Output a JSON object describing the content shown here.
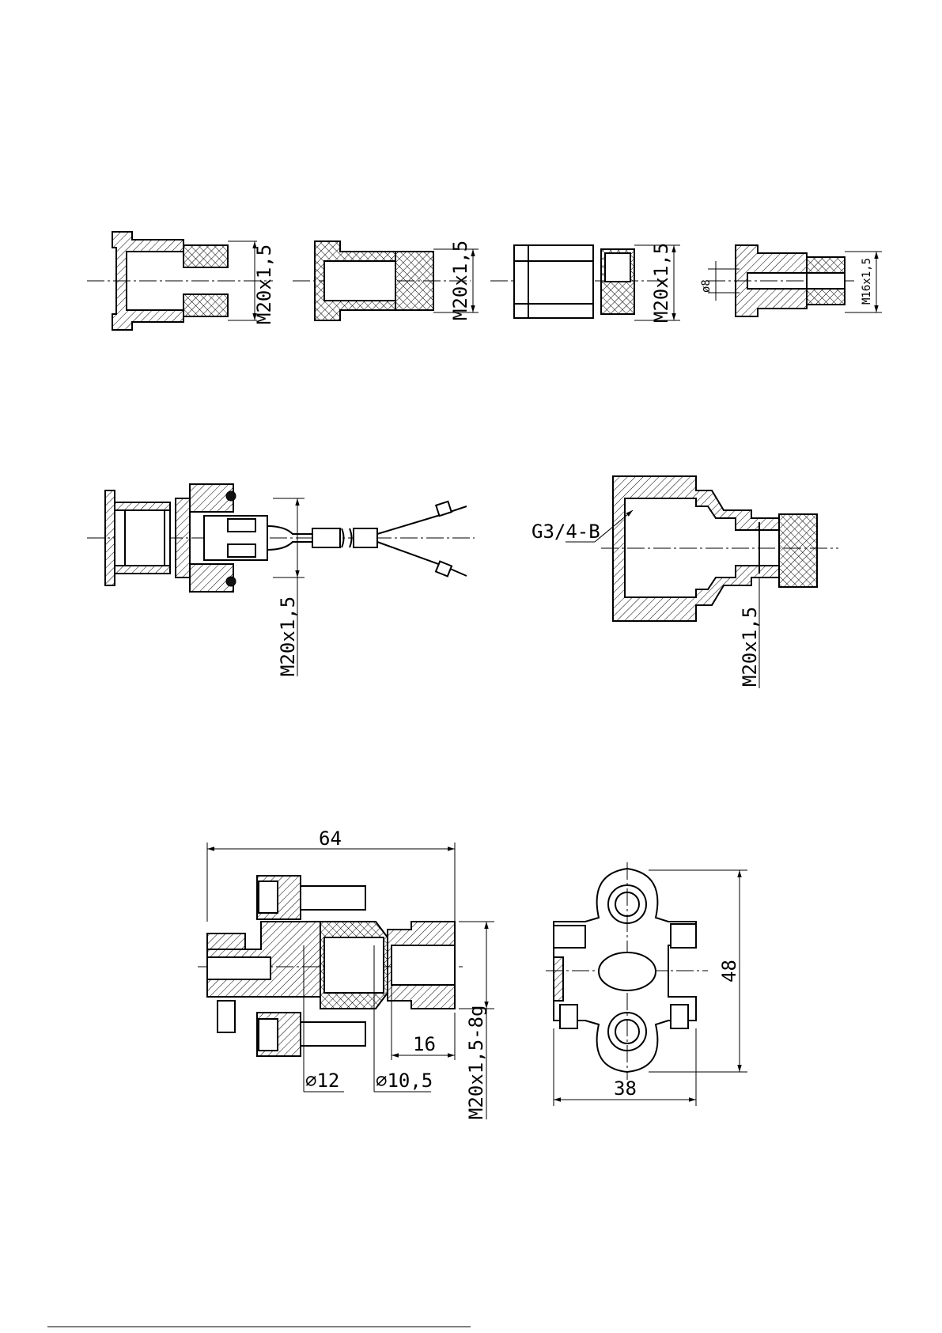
{
  "labels": {
    "a1": "M20x1,5",
    "a2": "M20x1,5",
    "a3": "M20x1,5",
    "a4_d": "ø8",
    "a4_t": "M16x1,5",
    "b1": "M20x1,5",
    "b2_g": "G3/4-B",
    "b2_t": "M20x1,5",
    "c_len": "64",
    "c_d1": "∅12",
    "c_d2": "∅10,5",
    "c_l16": "16",
    "c_thr": "M20x1,5-8g",
    "c_w": "38",
    "c_h": "48"
  }
}
